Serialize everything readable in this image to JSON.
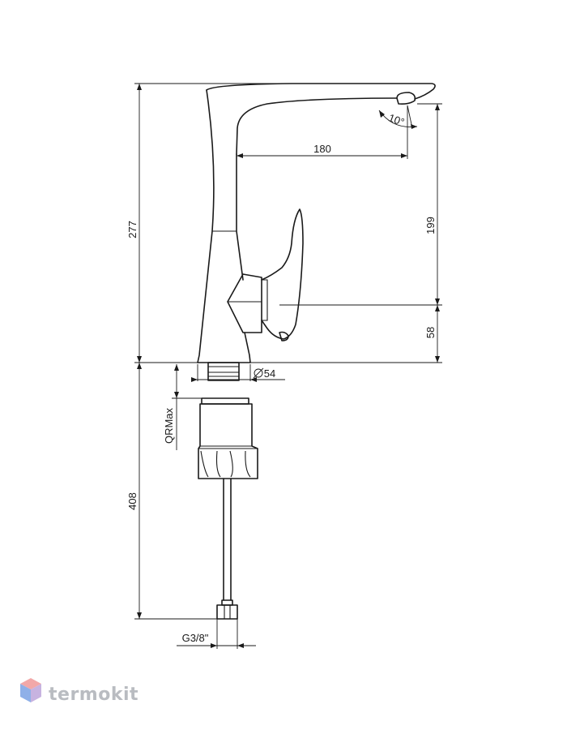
{
  "dimensions": {
    "spout_height": "277",
    "spout_reach": "180",
    "outlet_to_handle": "199",
    "handle_height": "58",
    "base_diameter": "54",
    "mounting_thickness": "QRMax",
    "hose_length": "408",
    "thread": "G3/8\"",
    "swivel_angle": "10°"
  },
  "watermark": {
    "brand": "termokit",
    "colors": {
      "top": "#f2a8a8",
      "left": "#8fb0e8",
      "right": "#c7b3e0"
    }
  }
}
